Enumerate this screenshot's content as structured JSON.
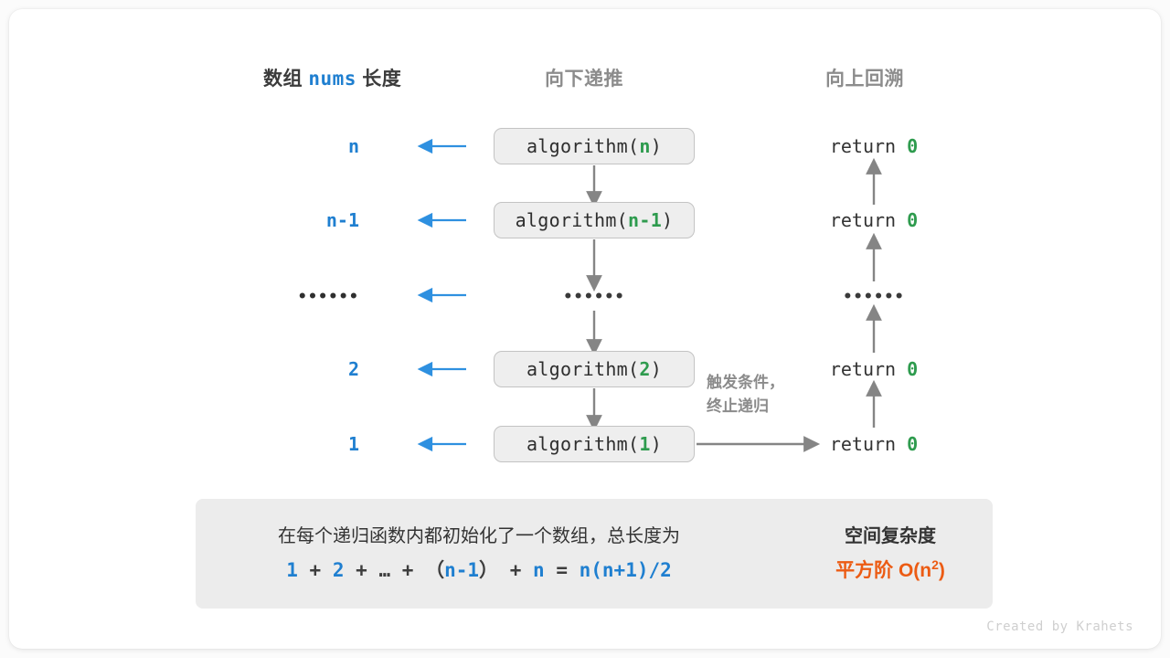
{
  "headers": {
    "left_prefix": "数组",
    "left_mono": "nums",
    "left_suffix": "长度",
    "middle": "向下递推",
    "right": "向上回溯"
  },
  "rows": [
    {
      "length": "n",
      "call_prefix": "algorithm(",
      "call_arg": "n",
      "call_suffix": ")",
      "return_text": "return",
      "return_value": "0"
    },
    {
      "length": "n-1",
      "call_prefix": "algorithm(",
      "call_arg": "n-1",
      "call_suffix": ")",
      "return_text": "return",
      "return_value": "0"
    },
    {
      "length": "••••••",
      "call_prefix": "••••••",
      "call_arg": "",
      "call_suffix": "",
      "return_text": "••••••",
      "return_value": ""
    },
    {
      "length": "2",
      "call_prefix": "algorithm(",
      "call_arg": "2",
      "call_suffix": ")",
      "return_text": "return",
      "return_value": "0"
    },
    {
      "length": "1",
      "call_prefix": "algorithm(",
      "call_arg": "1",
      "call_suffix": ")",
      "return_text": "return",
      "return_value": "0"
    }
  ],
  "trigger_note": {
    "line1": "触发条件，",
    "line2": "终止递归"
  },
  "panel": {
    "description": "在每个递归函数内都初始化了一个数组，总长度为",
    "formula": {
      "t1": "1",
      "o1": "+",
      "t2": "2",
      "o2": "+",
      "t3": "…",
      "o3": "+",
      "p_open": "（",
      "t4": "n-1",
      "p_close": "）",
      "o4": "+",
      "t5": "n",
      "eq": "=",
      "result": "n(n+1)/2"
    },
    "right_title": "空间复杂度",
    "right_label": "平方阶",
    "right_big_o": "O(n",
    "right_exp": "2",
    "right_close": ")"
  },
  "footer": "Created by Krahets",
  "colors": {
    "blue": "#1f7fd0",
    "blue_arrow": "#2e90e0",
    "green": "#2e9b4e",
    "orange": "#ec5b13",
    "gray_arrow": "#858585",
    "box_fill": "#eeeeee",
    "box_border": "#c3c3c3",
    "panel_fill": "#ececec"
  },
  "icons": {
    "blue_left_arrow": "arrow-left-icon",
    "gray_down_arrow": "arrow-down-icon",
    "gray_up_arrow": "arrow-up-icon",
    "gray_right_arrow": "arrow-right-icon",
    "panel_block_arrow": "block-arrow-right-icon"
  }
}
